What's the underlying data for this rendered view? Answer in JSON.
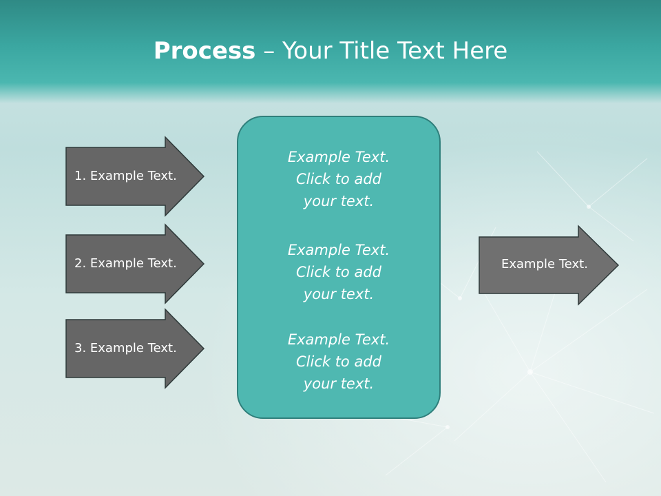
{
  "title": {
    "bold": "Process",
    "rest": " – Your Title Text Here"
  },
  "left_arrows": [
    {
      "label": "1. Example Text."
    },
    {
      "label": "2. Example Text."
    },
    {
      "label": "3. Example Text."
    }
  ],
  "center_box": {
    "blocks": [
      {
        "lines": [
          "Example Text.",
          "Click  to add",
          "your text."
        ]
      },
      {
        "lines": [
          "Example Text.",
          "Click  to add",
          "your text."
        ]
      },
      {
        "lines": [
          "Example Text.",
          "Click  to add",
          "your text."
        ]
      }
    ]
  },
  "right_arrow": {
    "label": "Example Text."
  },
  "colors": {
    "header": "#3ba7a1",
    "center_box_fill": "#4fb8b1",
    "arrow_fill": "#666666",
    "arrow_right_fill": "#707070",
    "text": "#ffffff"
  }
}
